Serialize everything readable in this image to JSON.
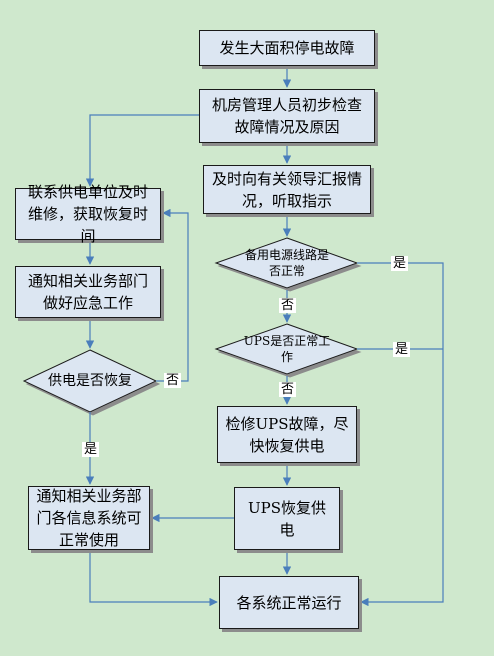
{
  "nodes": {
    "n1": "发生大面积停电故障",
    "n2": "机房管理人员初步检查故障情况及原因",
    "n3": "及时向有关领导汇报情况，听取指示",
    "d1": "备用电源线路是否正常",
    "d2": "UPS是否正常工作",
    "n4": "检修UPS故障，尽快恢复供电",
    "n5": "UPS恢复供电",
    "n6": "各系统正常运行",
    "l1": "联系供电单位及时维修，获取恢复时间",
    "l2": "通知相关业务部门做好应急工作",
    "d3": "供电是否恢复",
    "l3": "通知相关业务部门各信息系统可正常使用"
  },
  "edge_labels": {
    "yes": "是",
    "no": "否"
  },
  "colors": {
    "background": "#cfe8cd",
    "box_fill": "#dce6f2",
    "connector": "#4a7ebb"
  }
}
